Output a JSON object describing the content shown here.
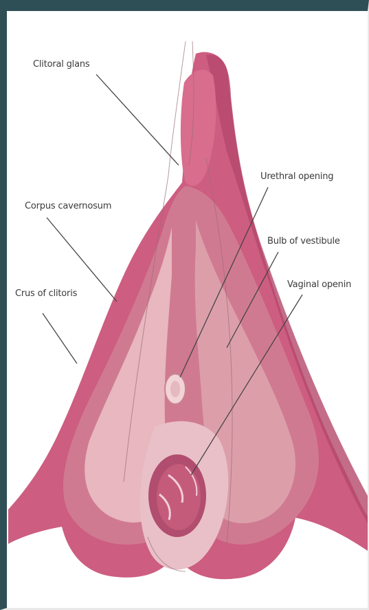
{
  "labels": {
    "clitoral_glans": "Clitoral glans",
    "urethral_opening": "Urethral opening",
    "corpus_cavernosum": "Corpus cavernosum",
    "bulb_of_vestibule": "Bulb of vestibule",
    "crus_of_clitoris": "Crus of clitoris",
    "vaginal_opening": "Vaginal openin"
  },
  "colors": {
    "frame": "#2f4f57",
    "outer_body": "#cd5d81",
    "inner_body": "#d07a91",
    "bulb_light": "#e8b7bf",
    "bulb_mid": "#dc9faa",
    "opening_dark": "#b14d6e",
    "leader_line": "#444444"
  }
}
